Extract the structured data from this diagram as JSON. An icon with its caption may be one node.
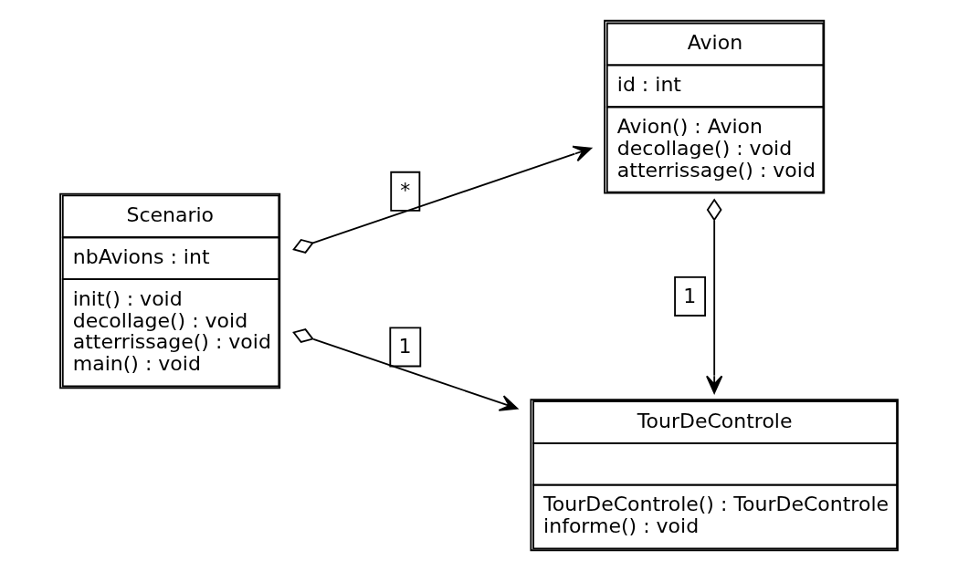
{
  "diagram": {
    "nodes": [
      {
        "text": [
          "Scenario",
          "nbAvions : int",
          "init() : void",
          "decollage() : void",
          "atterrissage() : void",
          "main() : void"
        ]
      },
      {
        "text": [
          "TourDeControle",
          "TourDeControle() : TourDeControle",
          "informe() : void"
        ]
      },
      {
        "text": [
          "Avion",
          "id : int",
          "Avion() : Avion",
          "decollage() : void",
          "atterrissage() : void"
        ]
      }
    ],
    "edges": [
      {
        "from": 0,
        "to": 1,
        "arrow": "to",
        "label": "1"
      },
      {
        "from": 0,
        "to": 2,
        "arrow": "to",
        "label": "*"
      },
      {
        "from": 2,
        "to": 1,
        "arrow": "to",
        "label": "1"
      }
    ]
  }
}
